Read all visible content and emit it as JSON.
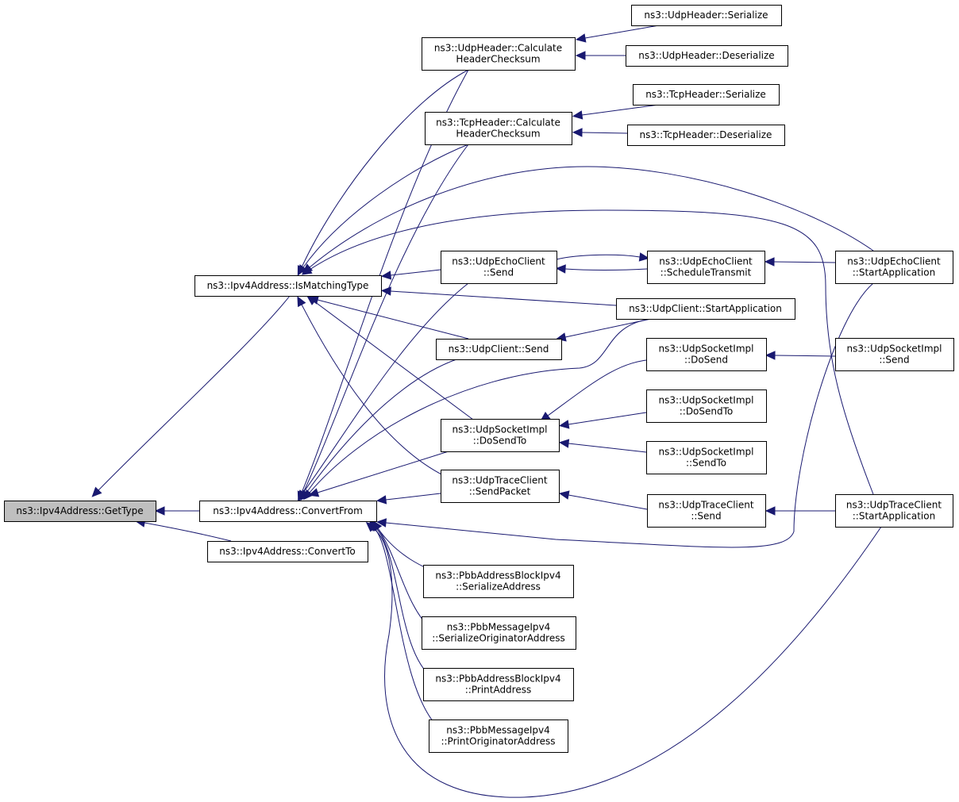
{
  "nodes": [
    {
      "id": "gettype",
      "lines": [
        "ns3::Ipv4Address::GetType"
      ],
      "root": true
    },
    {
      "id": "ismatching",
      "lines": [
        "ns3::Ipv4Address::IsMatchingType"
      ]
    },
    {
      "id": "convertfrom",
      "lines": [
        "ns3::Ipv4Address::ConvertFrom"
      ]
    },
    {
      "id": "convertto",
      "lines": [
        "ns3::Ipv4Address::ConvertTo"
      ]
    },
    {
      "id": "udph_calc",
      "lines": [
        "ns3::UdpHeader::Calculate",
        "HeaderChecksum"
      ]
    },
    {
      "id": "tcph_calc",
      "lines": [
        "ns3::TcpHeader::Calculate",
        "HeaderChecksum"
      ]
    },
    {
      "id": "udph_ser",
      "lines": [
        "ns3::UdpHeader::Serialize"
      ]
    },
    {
      "id": "udph_deser",
      "lines": [
        "ns3::UdpHeader::Deserialize"
      ]
    },
    {
      "id": "tcph_ser",
      "lines": [
        "ns3::TcpHeader::Serialize"
      ]
    },
    {
      "id": "tcph_deser",
      "lines": [
        "ns3::TcpHeader::Deserialize"
      ]
    },
    {
      "id": "echo_send",
      "lines": [
        "ns3::UdpEchoClient",
        "::Send"
      ]
    },
    {
      "id": "echo_sched",
      "lines": [
        "ns3::UdpEchoClient",
        "::ScheduleTransmit"
      ]
    },
    {
      "id": "echo_start",
      "lines": [
        "ns3::UdpEchoClient",
        "::StartApplication"
      ]
    },
    {
      "id": "udpc_start",
      "lines": [
        "ns3::UdpClient::StartApplication"
      ]
    },
    {
      "id": "udpc_send",
      "lines": [
        "ns3::UdpClient::Send"
      ]
    },
    {
      "id": "sock_dosend",
      "lines": [
        "ns3::UdpSocketImpl",
        "::DoSend"
      ]
    },
    {
      "id": "sock_send",
      "lines": [
        "ns3::UdpSocketImpl",
        "::Send"
      ]
    },
    {
      "id": "sock_dosendto_r",
      "lines": [
        "ns3::UdpSocketImpl",
        "::DoSendTo"
      ]
    },
    {
      "id": "sock_dosendto",
      "lines": [
        "ns3::UdpSocketImpl",
        "::DoSendTo"
      ]
    },
    {
      "id": "sock_sendto",
      "lines": [
        "ns3::UdpSocketImpl",
        "::SendTo"
      ]
    },
    {
      "id": "trace_sendpkt",
      "lines": [
        "ns3::UdpTraceClient",
        "::SendPacket"
      ]
    },
    {
      "id": "trace_send",
      "lines": [
        "ns3::UdpTraceClient",
        "::Send"
      ]
    },
    {
      "id": "trace_start",
      "lines": [
        "ns3::UdpTraceClient",
        "::StartApplication"
      ]
    },
    {
      "id": "pbb_blk_ser",
      "lines": [
        "ns3::PbbAddressBlockIpv4",
        "::SerializeAddress"
      ]
    },
    {
      "id": "pbb_msg_ser",
      "lines": [
        "ns3::PbbMessageIpv4",
        "::SerializeOriginatorAddress"
      ]
    },
    {
      "id": "pbb_blk_print",
      "lines": [
        "ns3::PbbAddressBlockIpv4",
        "::PrintAddress"
      ]
    },
    {
      "id": "pbb_msg_print",
      "lines": [
        "ns3::PbbMessageIpv4",
        "::PrintOriginatorAddress"
      ]
    }
  ],
  "edges": [
    {
      "from": "ismatching",
      "to": "gettype"
    },
    {
      "from": "convertfrom",
      "to": "gettype"
    },
    {
      "from": "convertto",
      "to": "gettype"
    },
    {
      "from": "udph_calc",
      "to": "ismatching"
    },
    {
      "from": "tcph_calc",
      "to": "ismatching"
    },
    {
      "from": "echo_start",
      "to": "ismatching"
    },
    {
      "from": "trace_start",
      "to": "ismatching"
    },
    {
      "from": "echo_send",
      "to": "ismatching"
    },
    {
      "from": "udpc_start",
      "to": "ismatching"
    },
    {
      "from": "udpc_send",
      "to": "ismatching"
    },
    {
      "from": "sock_dosendto",
      "to": "ismatching"
    },
    {
      "from": "trace_sendpkt",
      "to": "ismatching"
    },
    {
      "from": "udph_calc",
      "to": "convertfrom"
    },
    {
      "from": "tcph_calc",
      "to": "convertfrom"
    },
    {
      "from": "echo_send",
      "to": "convertfrom"
    },
    {
      "from": "udpc_send",
      "to": "convertfrom"
    },
    {
      "from": "udpc_start",
      "to": "convertfrom"
    },
    {
      "from": "sock_dosendto",
      "to": "convertfrom"
    },
    {
      "from": "trace_sendpkt",
      "to": "convertfrom"
    },
    {
      "from": "echo_start",
      "to": "convertfrom"
    },
    {
      "from": "trace_start",
      "to": "convertfrom"
    },
    {
      "from": "pbb_blk_ser",
      "to": "convertfrom"
    },
    {
      "from": "pbb_msg_ser",
      "to": "convertfrom"
    },
    {
      "from": "pbb_blk_print",
      "to": "convertfrom"
    },
    {
      "from": "pbb_msg_print",
      "to": "convertfrom"
    },
    {
      "from": "udph_ser",
      "to": "udph_calc"
    },
    {
      "from": "udph_deser",
      "to": "udph_calc"
    },
    {
      "from": "tcph_ser",
      "to": "tcph_calc"
    },
    {
      "from": "tcph_deser",
      "to": "tcph_calc"
    },
    {
      "from": "echo_send",
      "to": "echo_sched"
    },
    {
      "from": "echo_sched",
      "to": "echo_send"
    },
    {
      "from": "echo_start",
      "to": "echo_sched"
    },
    {
      "from": "udpc_start",
      "to": "udpc_send"
    },
    {
      "from": "sock_dosend",
      "to": "sock_dosendto"
    },
    {
      "from": "sock_dosendto_r",
      "to": "sock_dosendto"
    },
    {
      "from": "sock_sendto",
      "to": "sock_dosendto"
    },
    {
      "from": "sock_send",
      "to": "sock_dosend"
    },
    {
      "from": "trace_send",
      "to": "trace_sendpkt"
    },
    {
      "from": "trace_start",
      "to": "trace_send"
    }
  ]
}
